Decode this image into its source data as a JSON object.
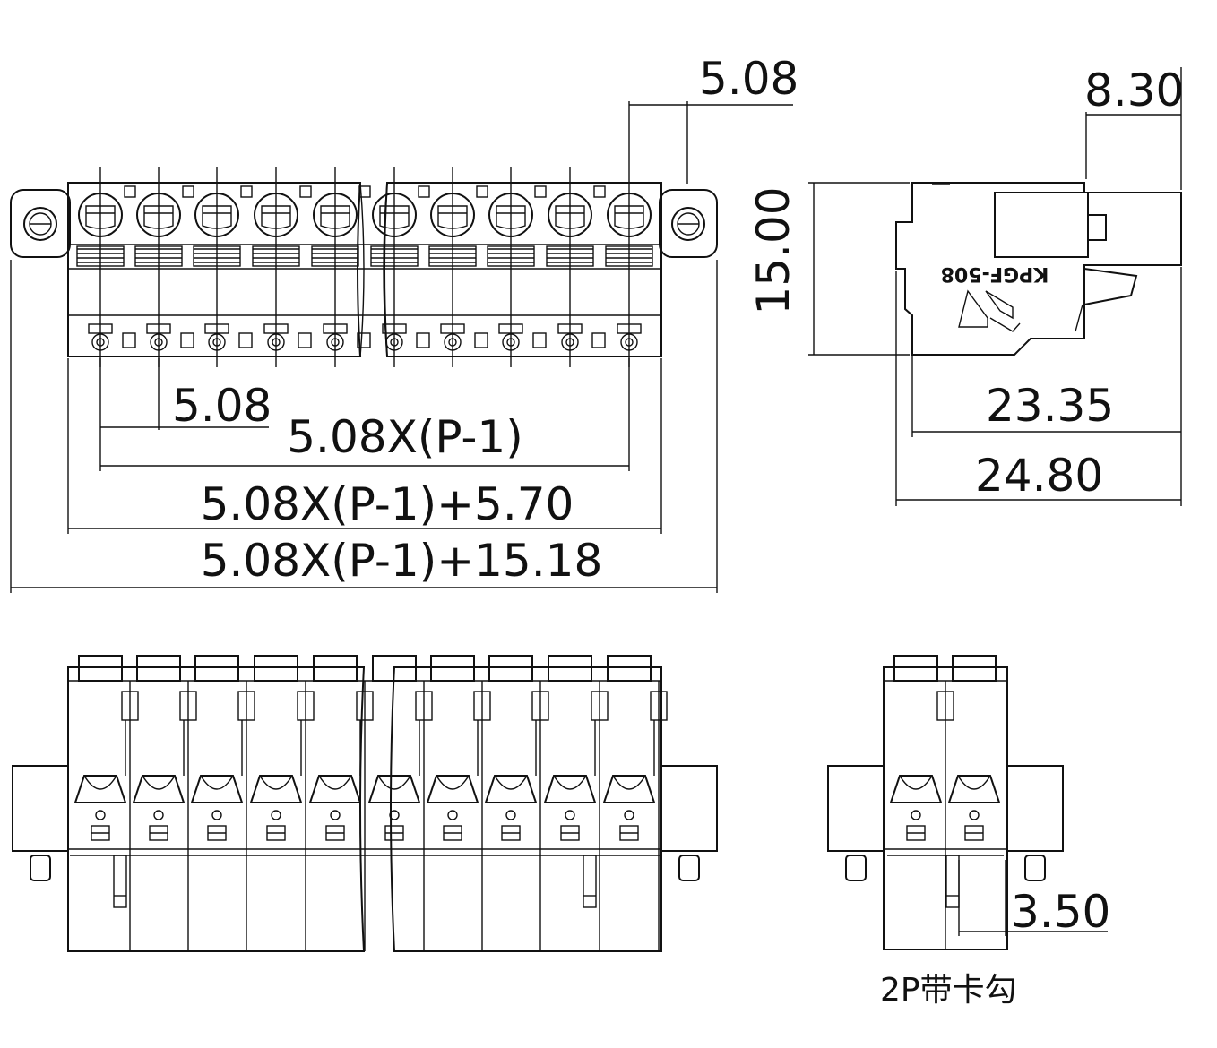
{
  "dimensions": {
    "top_pitch": "5.08",
    "side_depth": "8.30",
    "side_height": "15.00",
    "bottom_pitch": "5.08",
    "pitch_formula": "5.08X(P-1)",
    "body_formula": "5.08X(P-1)+5.70",
    "overall_formula": "5.08X(P-1)+15.18",
    "side_length_a": "23.35",
    "side_length_b": "24.80",
    "latch_offset": "3.50"
  },
  "part_marking": "KPGF-508",
  "caption_2p": "2P带卡勾",
  "colors": {
    "line": "#111111",
    "background": "#ffffff"
  }
}
